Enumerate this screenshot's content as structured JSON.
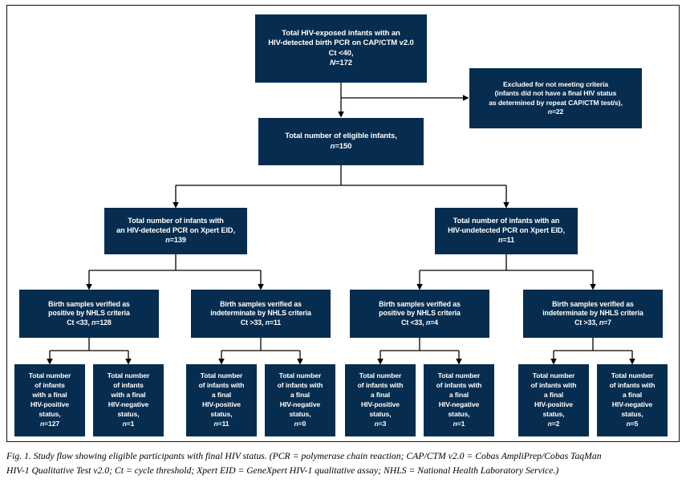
{
  "figure": {
    "title": "Study flow showing eligible participants with final HIV status",
    "box_color": "#062d4f",
    "text_color": "#ffffff",
    "connector_color": "#000000"
  },
  "nodes": {
    "total_exposed": {
      "line1": "Total HIV-exposed infants with an",
      "line2": "HIV-detected birth PCR on CAP/CTM v2.0",
      "line3": "Ct <40,",
      "n_label": "N",
      "n_value": "=172"
    },
    "excluded": {
      "line1": "Excluded for not meeting criteria",
      "line2": "(infants did not have a final HIV status",
      "line3": "as determined by repeat CAP/CTM test/s),",
      "n_label": "n",
      "n_value": "=22"
    },
    "eligible": {
      "line1": "Total number of eligible infants,",
      "n_label": "n",
      "n_value": "=150"
    },
    "xpert_detected": {
      "line1": "Total number of infants with",
      "line2": "an HIV-detected PCR on Xpert EID,",
      "n_label": "n",
      "n_value": "=139"
    },
    "xpert_undetected": {
      "line1": "Total number of infants with an",
      "line2": "HIV-undetected PCR on Xpert EID,",
      "n_label": "n",
      "n_value": "=11"
    },
    "verified": [
      {
        "line1": "Birth samples verified as",
        "line2": "positive by NHLS criteria",
        "line3_prefix": "Ct <33, ",
        "n_label": "n",
        "n_value": "=128"
      },
      {
        "line1": "Birth samples verified as",
        "line2": "indeterminate by NHLS criteria",
        "line3_prefix": "Ct >33, ",
        "n_label": "n",
        "n_value": "=11"
      },
      {
        "line1": "Birth samples verified as",
        "line2": "positive by NHLS criteria",
        "line3_prefix": "Ct <33, ",
        "n_label": "n",
        "n_value": "=4"
      },
      {
        "line1": "Birth samples verified as",
        "line2": "indeterminate by NHLS criteria",
        "line3_prefix": "Ct >33, ",
        "n_label": "n",
        "n_value": "=7"
      }
    ],
    "outcomes": [
      {
        "line1": "Total number",
        "line2": "of infants",
        "line3": "with a final",
        "line4": "HIV-positive",
        "line5": "status,",
        "n_label": "n",
        "n_value": "=127"
      },
      {
        "line1": "Total number",
        "line2": "of infants",
        "line3": "with a final",
        "line4": "HIV-negative",
        "line5": "status,",
        "n_label": "n",
        "n_value": "=1"
      },
      {
        "line1": "Total number",
        "line2": "of infants with",
        "line3": "a final",
        "line4": "HIV-positive",
        "line5": "status,",
        "n_label": "n",
        "n_value": "=11"
      },
      {
        "line1": "Total number",
        "line2": "of infants with",
        "line3": "a final",
        "line4": "HIV-negative",
        "line5": "status,",
        "n_label": "n",
        "n_value": "=0"
      },
      {
        "line1": "Total number",
        "line2": "of infants with",
        "line3": "a final",
        "line4": "HIV-positive",
        "line5": "status,",
        "n_label": "n",
        "n_value": "=3"
      },
      {
        "line1": "Total number",
        "line2": "of infants with",
        "line3": "a final",
        "line4": "HIV-negative",
        "line5": "status,",
        "n_label": "n",
        "n_value": "=1"
      },
      {
        "line1": "Total number",
        "line2": "of infants with",
        "line3": "a final",
        "line4": "HIV-positive",
        "line5": "status,",
        "n_label": "n",
        "n_value": "=2"
      },
      {
        "line1": "Total number",
        "line2": "of infants with",
        "line3": "a final",
        "line4": "HIV-negative",
        "line5": "status,",
        "n_label": "n",
        "n_value": "=5"
      }
    ]
  },
  "caption": {
    "line1": "Fig. 1. Study flow showing eligible participants with final HIV status. (PCR = polymerase chain reaction; CAP/CTM v2.0 = Cobas AmpliPrep/Cobas TaqMan",
    "line2": "HIV-1 Qualitative Test v2.0; Ct = cycle threshold; Xpert EID = GeneXpert HIV-1 qualitative assay; NHLS = National Health Laboratory Service.)"
  }
}
